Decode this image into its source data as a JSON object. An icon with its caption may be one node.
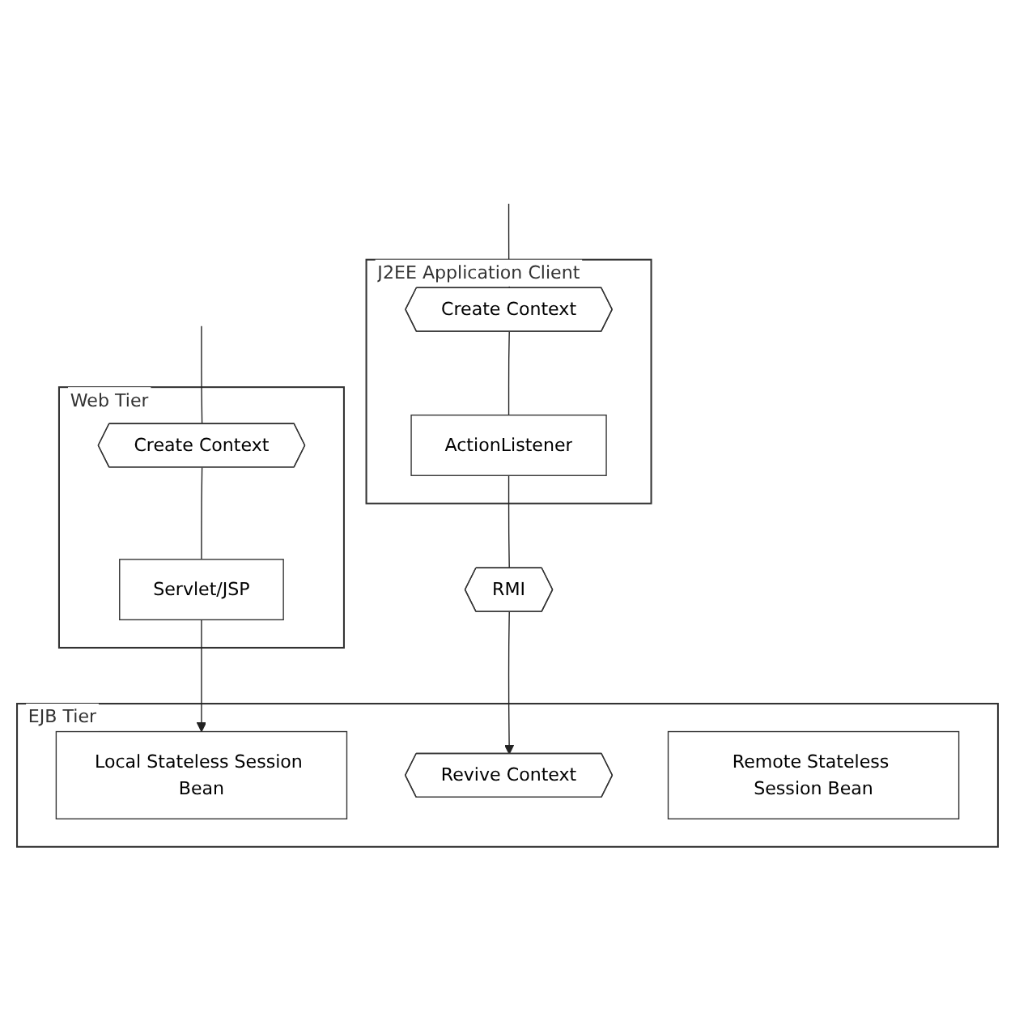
{
  "diagram": {
    "nodes": [
      {
        "text": [
          "Web Tier"
        ]
      },
      {
        "text": [
          "Create Context"
        ],
        "in": 0
      },
      {
        "text": [
          "Servlet/JSP"
        ],
        "in": 0
      },
      {
        "text": [
          "J2EE Application Client"
        ]
      },
      {
        "text": [
          "Create Context"
        ],
        "in": 3
      },
      {
        "text": [
          "ActionListener"
        ],
        "in": 3
      },
      {
        "text": [
          "EJB Tier"
        ]
      },
      {
        "text": [
          "Local Stateless Session Bean"
        ],
        "in": 6
      },
      {
        "text": [
          "RMI"
        ]
      },
      {
        "text": [
          "Revive Context"
        ],
        "in": 6
      },
      {
        "text": [
          "Remote Stateless Session Bean"
        ],
        "in": 6
      }
    ],
    "edges": [
      {
        "from": null,
        "to": 1,
        "arrow": "none"
      },
      {
        "from": 1,
        "to": 2,
        "arrow": "none"
      },
      {
        "from": 2,
        "to": 7,
        "arrow": "to"
      },
      {
        "from": null,
        "to": 4,
        "arrow": "none"
      },
      {
        "from": 4,
        "to": 5,
        "arrow": "none"
      },
      {
        "from": 5,
        "to": 8,
        "arrow": "none"
      },
      {
        "from": 8,
        "to": 9,
        "arrow": "to"
      }
    ]
  }
}
